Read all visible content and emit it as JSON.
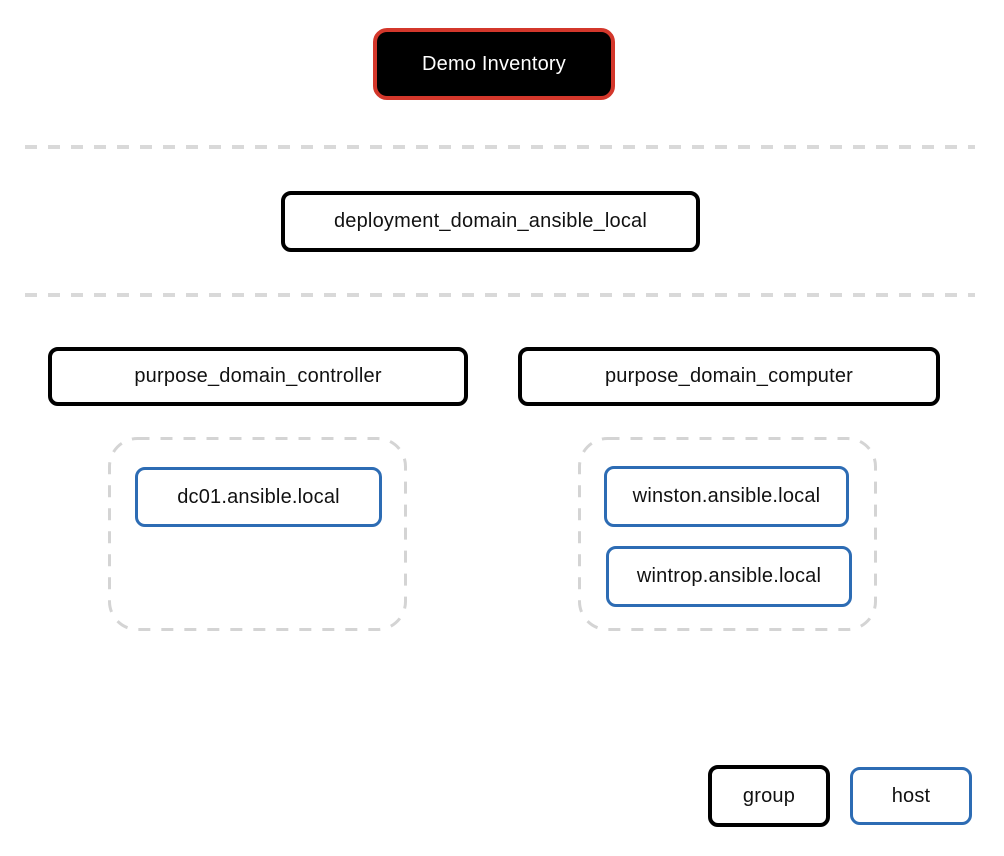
{
  "diagram": {
    "inventory": {
      "label": "Demo Inventory"
    },
    "deployment_group": {
      "label": "deployment_domain_ansible_local"
    },
    "purpose_groups": [
      {
        "label": "purpose_domain_controller",
        "hosts": [
          "dc01.ansible.local"
        ]
      },
      {
        "label": "purpose_domain_computer",
        "hosts": [
          "winston.ansible.local",
          "wintrop.ansible.local"
        ]
      }
    ],
    "legend": {
      "group": "group",
      "host": "host"
    },
    "colors": {
      "inventory_border": "#d3372b",
      "inventory_fill": "#000000",
      "group_border": "#000000",
      "host_border": "#2d6cb4",
      "separator_dash": "#d9d9d9",
      "container_dash": "#d4d4d4"
    }
  }
}
